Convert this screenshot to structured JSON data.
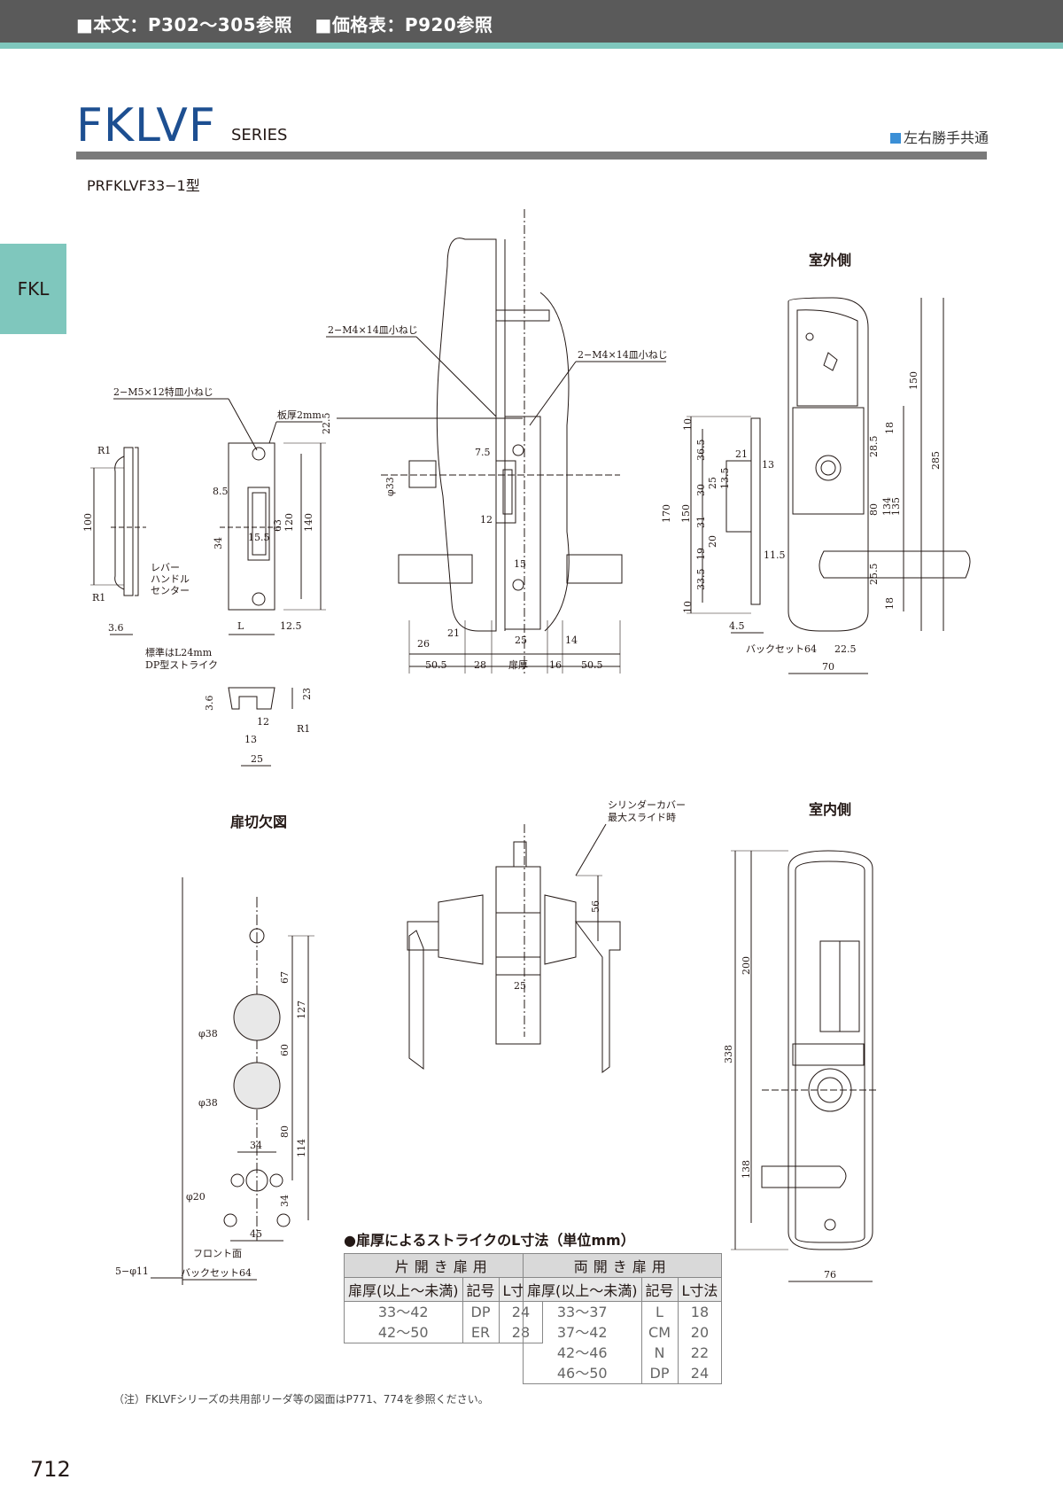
{
  "header": {
    "ref_main": "■本文：P302〜305参照",
    "ref_price": "■価格表：P920参照"
  },
  "title": {
    "series": "FKLVF",
    "sub": "SERIES",
    "handed": "左右勝手共通"
  },
  "model": "PRFKLVF33−1型",
  "side_tab": "FKL",
  "views": {
    "outdoor": "室外側",
    "indoor": "室内側",
    "door_cutout": "扉切欠図"
  },
  "annotations": {
    "screw_m5": "2−M5×12特皿小ねじ",
    "plate_thickness": "板厚2mm",
    "screw_m4_a": "2−M4×14皿小ねじ",
    "screw_m4_b": "2−M4×14皿小ねじ",
    "lever_center_1": "レバー",
    "lever_center_2": "ハンドル",
    "lever_center_3": "センター",
    "standard_l_1": "標準はL24mm",
    "standard_l_2": "DP型ストライク",
    "cylinder_cover_1": "シリンダーカバー",
    "cylinder_cover_2": "最大スライド時",
    "front_face": "フロント面",
    "backset": "バックセット64",
    "backset_outdoor": "バックセット64",
    "five_holes": "5−φ11",
    "door_thickness": "扉厚",
    "r1": "R1",
    "phi33": "φ33",
    "phi38": "φ38",
    "phi20": "φ20"
  },
  "table": {
    "title": "●扉厚によるストライクのL寸法（単位mm）",
    "single": {
      "group": "片開き扉用",
      "headers": [
        "扉厚(以上〜未満)",
        "記号",
        "L寸法"
      ],
      "rows": [
        [
          "33〜42",
          "DP",
          "24"
        ],
        [
          "42〜50",
          "ER",
          "28"
        ]
      ]
    },
    "double": {
      "group": "両開き扉用",
      "headers": [
        "扉厚(以上〜未満)",
        "記号",
        "L寸法"
      ],
      "rows": [
        [
          "33〜37",
          "L",
          "18"
        ],
        [
          "37〜42",
          "CM",
          "20"
        ],
        [
          "42〜46",
          "N",
          "22"
        ],
        [
          "46〜50",
          "DP",
          "24"
        ]
      ]
    }
  },
  "note": "（注）FKLVFシリーズの共用部リーダ等の図面はP771、774を参照ください。",
  "page_number": "712"
}
